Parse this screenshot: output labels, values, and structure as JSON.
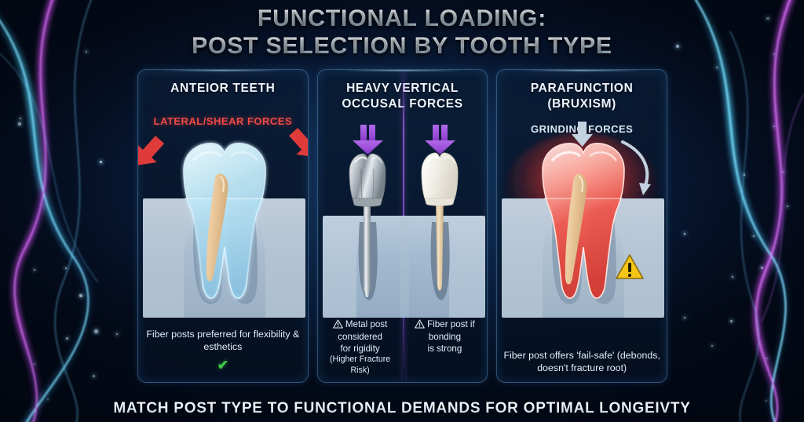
{
  "title": {
    "line1": "FUNCTIONAL LOADING:",
    "line2": "POST SELECTION BY TOOTH TYPE"
  },
  "footer": {
    "text": "MATCH POST TYPE TO FUNCTIONAL DEMANDS FOR OPTIMAL LONGEIVTY"
  },
  "colors": {
    "background_deep": "#040a18",
    "background_mid": "#0c2342",
    "panel_border": "#78beFA",
    "title_text": "#ffffff",
    "lateral_force_red": "#ef4a46",
    "arrow_red": "#e03b3b",
    "arrow_purple": "#9b4dd8",
    "arrow_grey": "#c3d2e0",
    "check_green": "#3ecb4a",
    "warning_yellow": "#f5c518",
    "gum_grey": "#a9bcce",
    "fiber_post_tan": "#e8c79a",
    "metal_silver": "#c9ced4",
    "bruxism_red": "#e2453c",
    "divider_purple": "#8a56c8",
    "streak_cyan": "#35c8ff",
    "streak_magenta": "#c13cf0"
  },
  "panels": [
    {
      "id": "anterior",
      "heading": "ANTEIOR TEETH",
      "subheading": "LATERAL/SHEAR FORCES",
      "subheading_color": "red",
      "caption": "Fiber posts preferred for flexibility & esthetics",
      "check_mark": "✔",
      "has_check": true,
      "arrow_type": "diagonal-red-pair",
      "arrow_count": 2,
      "tooth": {
        "style": "translucent-blue-molar",
        "post": "fiber-tan",
        "roots": 2
      }
    },
    {
      "id": "vertical-forces",
      "heading": "HEAVY VERTICAL OCCUSAL FORCES",
      "subheading": "",
      "subheading_color": "none",
      "caption": "",
      "has_check": false,
      "arrow_type": "vertical-purple-pair",
      "arrow_count": 2,
      "left_option": {
        "label_line1": "Metal post",
        "label_line2": "considered",
        "label_line3": "for rigidity",
        "risk_note": "(Higher Fracture Risk)",
        "warning_icon": "warning-triangle-icon",
        "tooth": {
          "style": "metal-crown",
          "post": "metal-silver"
        }
      },
      "right_option": {
        "label_line1": "Fiber post if",
        "label_line2": "bonding",
        "label_line3": "is strong",
        "warning_icon": "warning-triangle-icon",
        "tooth": {
          "style": "white-crown",
          "post": "fiber-tan"
        }
      }
    },
    {
      "id": "parafunction",
      "heading": "PARAFUNCTION (BRUXISM)",
      "subheading": "GRINDING FORCES",
      "subheading_color": "grey",
      "caption": "Fiber post offers 'fail-safe' (debonds, doesn't fracture root)",
      "has_check": false,
      "arrow_type": "grey-down-plus-curve",
      "warning_icon": "warning-triangle-icon",
      "tooth": {
        "style": "red-stress-glow-molar",
        "post": "fiber-tan",
        "roots": 2
      }
    }
  ]
}
